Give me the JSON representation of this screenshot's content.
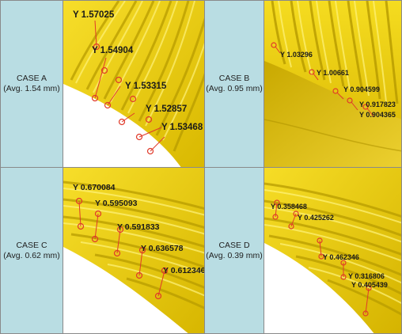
{
  "cases": [
    {
      "title": "CASE A",
      "subtitle": "(Avg. 1.54 mm)",
      "measurements": [
        "Y 1.57025",
        "Y 1.54904",
        "Y 1.53315",
        "Y 1.52857",
        "Y 1.53468"
      ]
    },
    {
      "title": "CASE B",
      "subtitle": "(Avg. 0.95 mm)",
      "measurements": [
        "Y 1.03296",
        "Y 1.00661",
        "Y 0.904599",
        "Y 0.917823",
        "Y 0.904365"
      ]
    },
    {
      "title": "CASE C",
      "subtitle": "(Avg. 0.62 mm)",
      "measurements": [
        "Y 0.670084",
        "Y 0.595093",
        "Y 0.591833",
        "Y 0.636578",
        "Y 0.612346"
      ]
    },
    {
      "title": "CASE D",
      "subtitle": "(Avg. 0.39 mm)",
      "measurements": [
        "Y 0.358468",
        "Y 0.425262",
        "Y 0.462346",
        "Y 0.316806",
        "Y 0.405439"
      ]
    }
  ],
  "colors": {
    "label_bg": "#b9dde3",
    "surface": "#f2d500",
    "marker": "#e03a2a"
  }
}
